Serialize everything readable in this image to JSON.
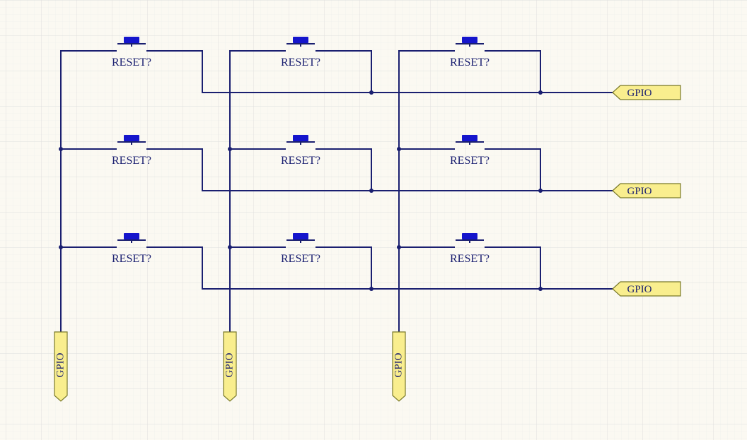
{
  "colors": {
    "background": "#fbf9f2",
    "grid_fine": "#ececec",
    "grid_coarse": "#dedede",
    "wire": "#1a1f70",
    "button_cap": "#1515cc",
    "port_fill": "#f9ee8e",
    "port_border": "#7a7a2a"
  },
  "switches": [
    {
      "label": "RESET?",
      "row": 0,
      "col": 0
    },
    {
      "label": "RESET?",
      "row": 0,
      "col": 1
    },
    {
      "label": "RESET?",
      "row": 0,
      "col": 2
    },
    {
      "label": "RESET?",
      "row": 1,
      "col": 0
    },
    {
      "label": "RESET?",
      "row": 1,
      "col": 1
    },
    {
      "label": "RESET?",
      "row": 1,
      "col": 2
    },
    {
      "label": "RESET?",
      "row": 2,
      "col": 0
    },
    {
      "label": "RESET?",
      "row": 2,
      "col": 1
    },
    {
      "label": "RESET?",
      "row": 2,
      "col": 2
    }
  ],
  "row_ports": [
    {
      "label": "GPIO"
    },
    {
      "label": "GPIO"
    },
    {
      "label": "GPIO"
    }
  ],
  "column_ports": [
    {
      "label": "GPIO"
    },
    {
      "label": "GPIO"
    },
    {
      "label": "GPIO"
    }
  ]
}
